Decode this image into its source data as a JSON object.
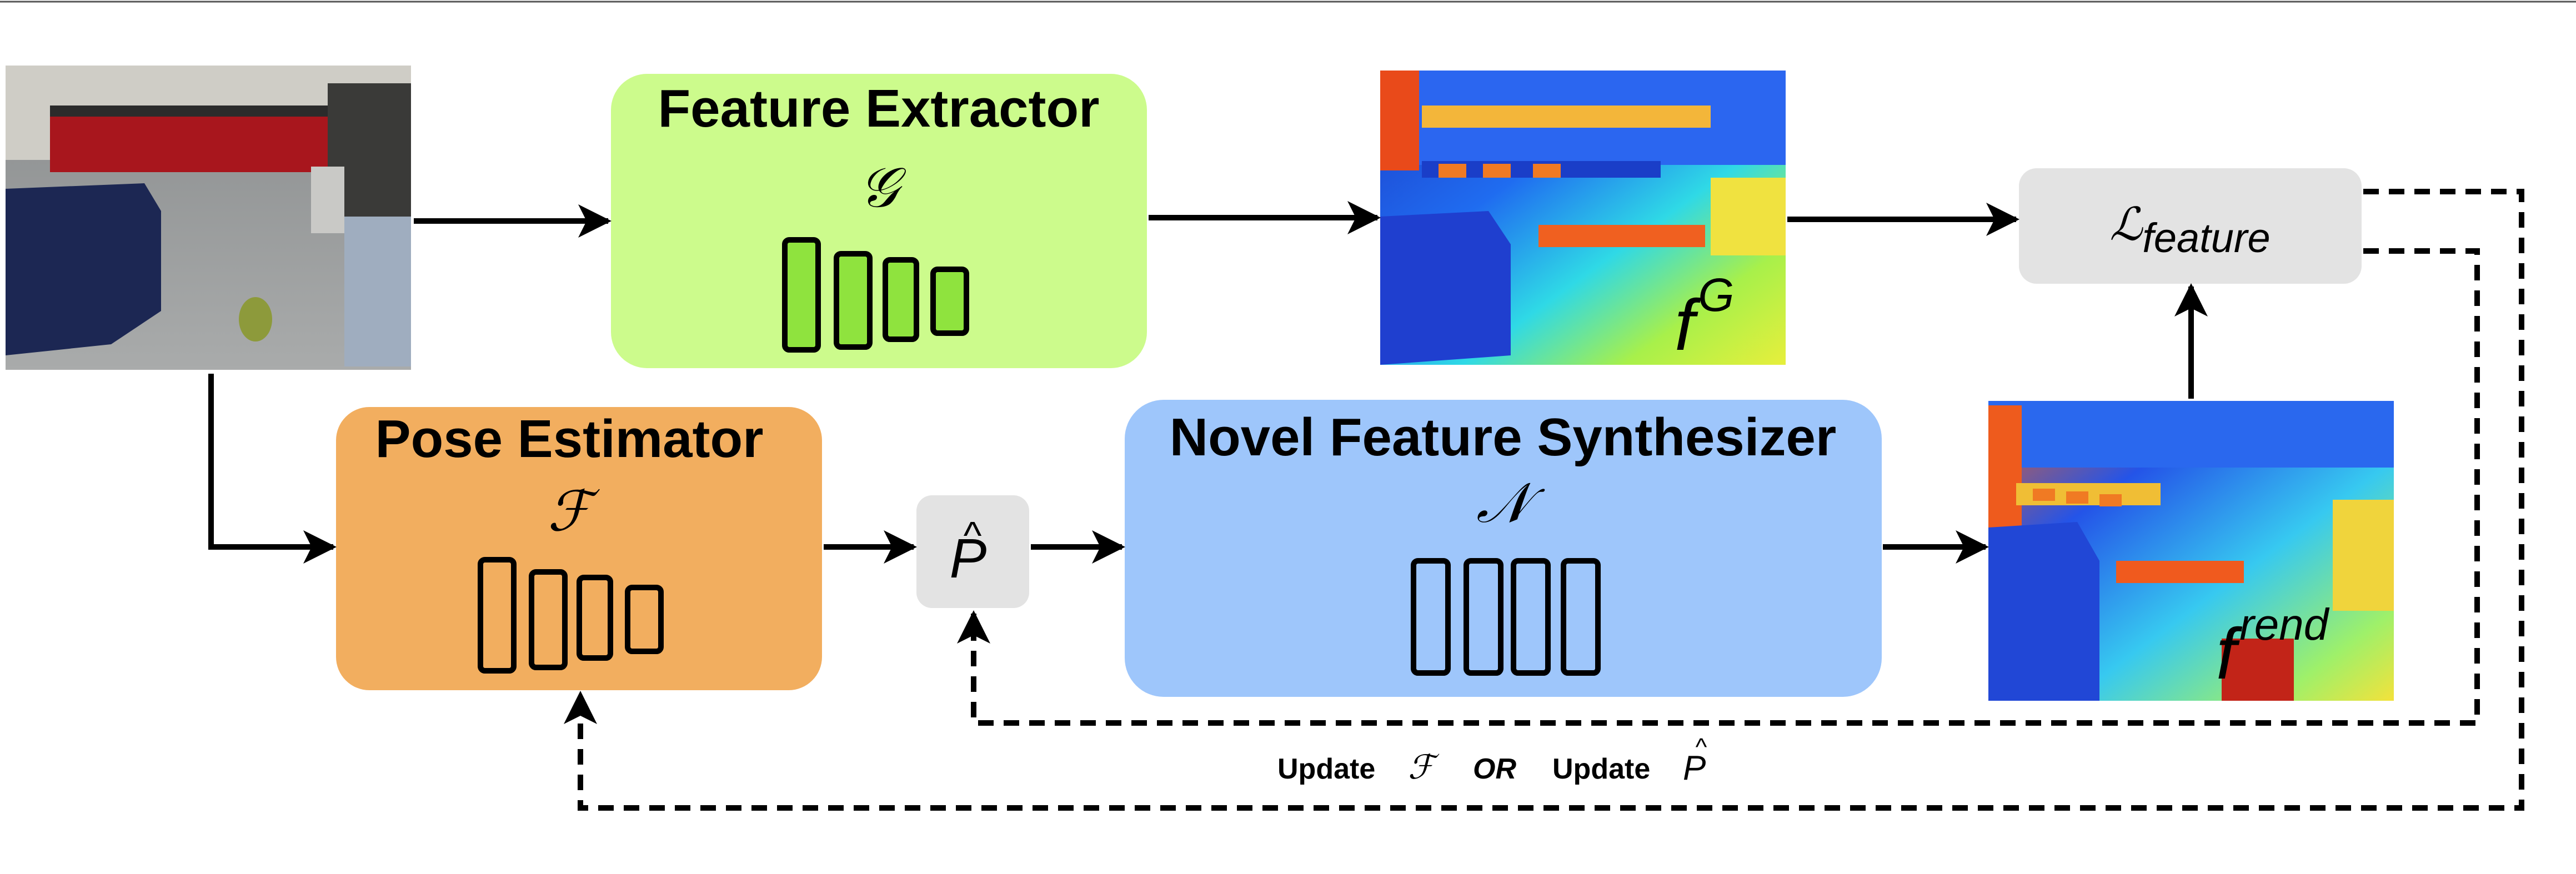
{
  "diagram": {
    "feature_extractor": {
      "title": "Feature Extractor",
      "symbol": "𝒢"
    },
    "pose_estimator": {
      "title": "Pose Estimator",
      "symbol": "ℱ"
    },
    "novel_feature_synthesizer": {
      "title": "Novel Feature Synthesizer",
      "symbol": "𝒩"
    },
    "pose_node": {
      "base": "P",
      "hat": "^"
    },
    "loss": {
      "base": "ℒ",
      "subscript": "feature"
    },
    "feature_map_g": {
      "base": "f",
      "sup": "G"
    },
    "feature_map_rend": {
      "base": "f",
      "sup": "rend"
    },
    "update_caption": {
      "update_a": "Update",
      "symbol_a": "ℱ",
      "or": "OR",
      "update_b": "Update",
      "symbol_b": "P",
      "symbol_b_hat": "^"
    }
  },
  "colors": {
    "feature_extractor_fill": "#ccfb8c",
    "pose_estimator_fill": "#f2ae5f",
    "synthesizer_fill": "#9ec6fb",
    "node_fill": "#e3e3e3",
    "line": "#000000"
  },
  "images": {
    "input": "indoor RGB photo: kitchen with red cabinets, blue sofa, grey chair",
    "feature_g": "jet-colormap feature map of the same scene",
    "feature_rend": "jet-colormap rendered feature map of the same scene"
  }
}
